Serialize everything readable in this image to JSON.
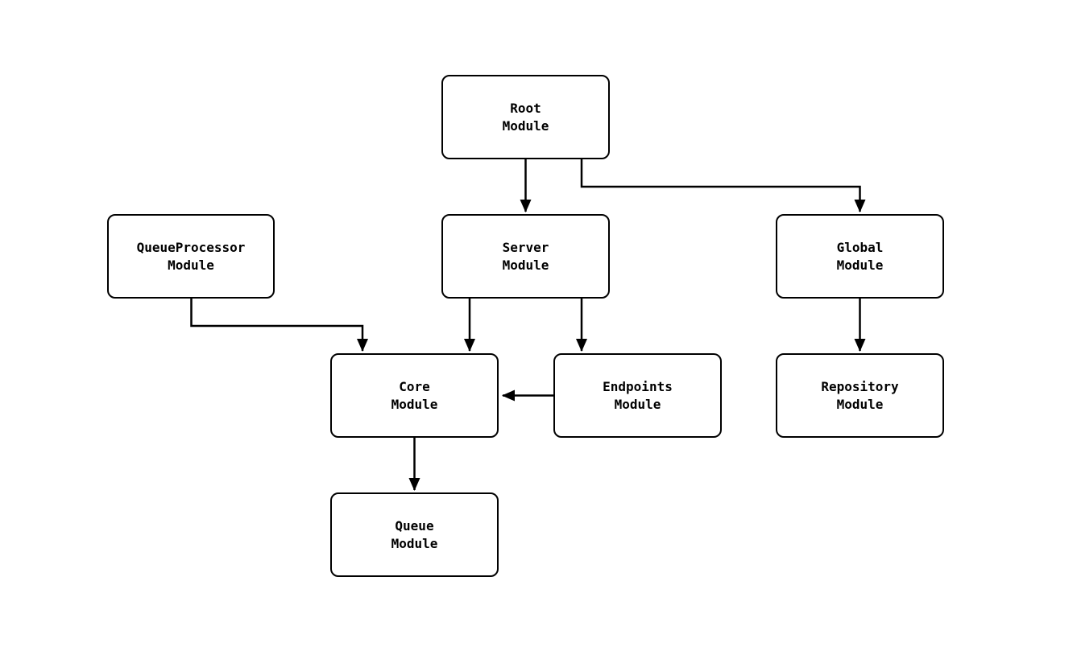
{
  "diagram": {
    "type": "module-dependency-graph",
    "nodes": {
      "root": {
        "label": "Root\nModule"
      },
      "server": {
        "label": "Server\nModule"
      },
      "global": {
        "label": "Global\nModule"
      },
      "queueprocessor": {
        "label": "QueueProcessor\nModule"
      },
      "core": {
        "label": "Core\nModule"
      },
      "endpoints": {
        "label": "Endpoints\nModule"
      },
      "repository": {
        "label": "Repository\nModule"
      },
      "queue": {
        "label": "Queue\nModule"
      }
    },
    "edges": [
      {
        "from": "root",
        "to": "server"
      },
      {
        "from": "root",
        "to": "global"
      },
      {
        "from": "server",
        "to": "core"
      },
      {
        "from": "server",
        "to": "endpoints"
      },
      {
        "from": "queueprocessor",
        "to": "core"
      },
      {
        "from": "endpoints",
        "to": "core"
      },
      {
        "from": "global",
        "to": "repository"
      },
      {
        "from": "core",
        "to": "queue"
      }
    ],
    "colors": {
      "background": "#ffffff",
      "node_fill": "#ffffff",
      "node_border": "#000000",
      "edge": "#000000",
      "text": "#000000"
    }
  }
}
